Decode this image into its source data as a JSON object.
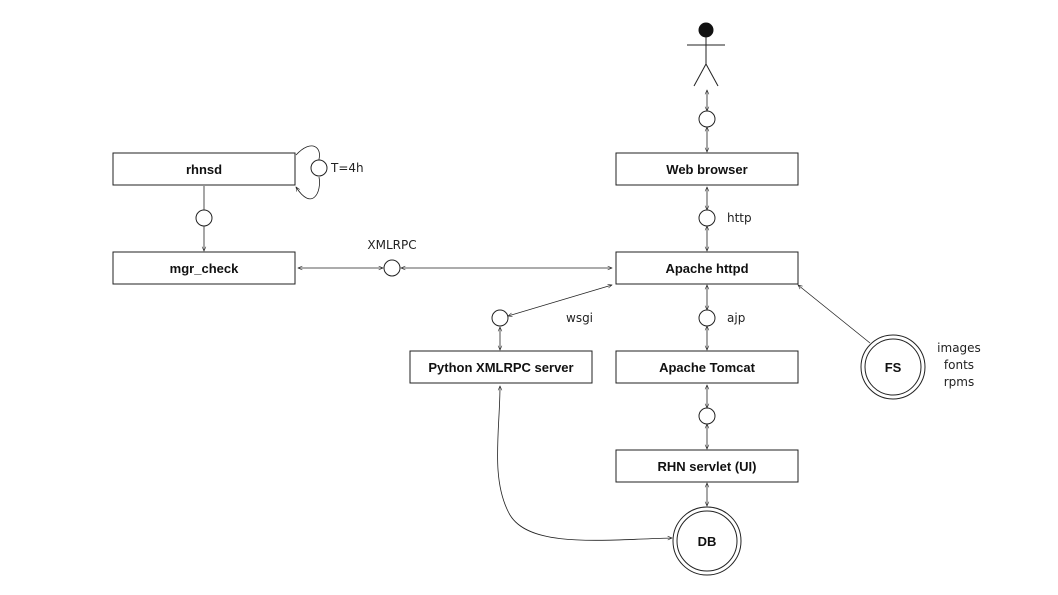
{
  "components": {
    "rhnsd": "rhnsd",
    "mgr_check": "mgr_check",
    "web_browser": "Web browser",
    "apache_httpd": "Apache httpd",
    "python_xmlrpc": "Python XMLRPC server",
    "apache_tomcat": "Apache Tomcat",
    "rhn_servlet": "RHN servlet (UI)"
  },
  "stores": {
    "fs": "FS",
    "db": "DB"
  },
  "labels": {
    "timer": "T=4h",
    "xmlrpc": "XMLRPC",
    "http": "http",
    "wsgi": "wsgi",
    "ajp": "ajp",
    "fs_contents": [
      "images",
      "fonts",
      "rpms"
    ]
  },
  "colors": {
    "line": "#222222",
    "background": "#ffffff"
  }
}
